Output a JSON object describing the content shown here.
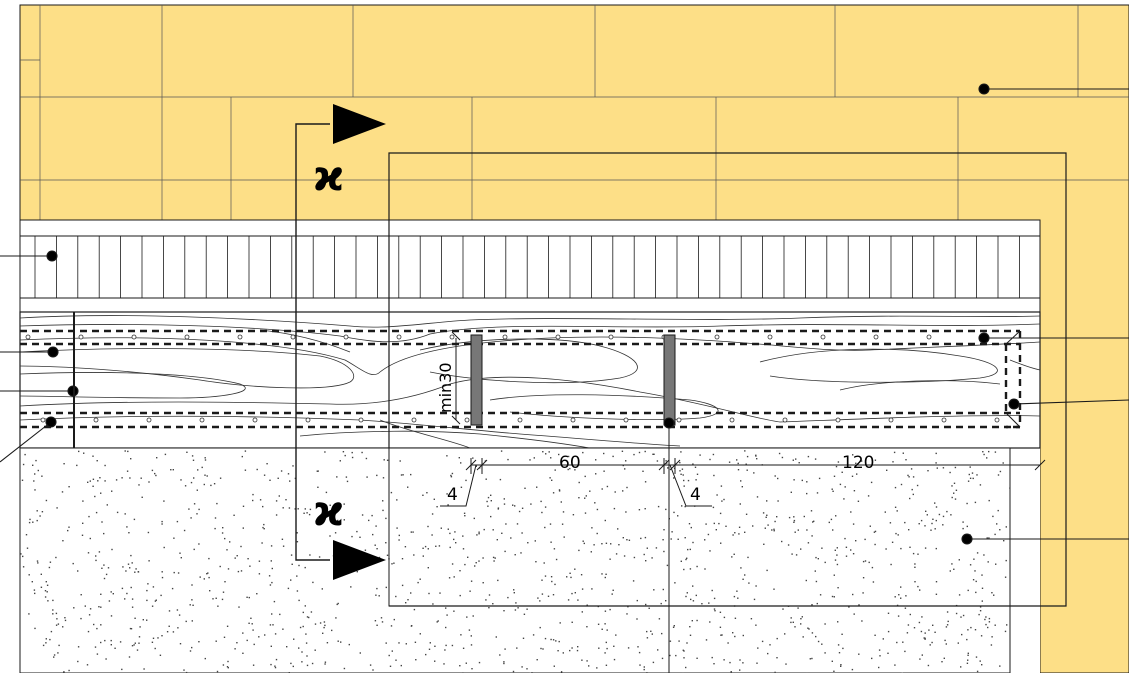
{
  "drawing": {
    "colors": {
      "insulation_fill": "#fddf87",
      "line": "#1a1a1a",
      "thin_line": "#555555",
      "anchor_fill": "#777777",
      "background": "#ffffff"
    },
    "dimensions": {
      "min_label": "min30",
      "gap_left": "4",
      "spacing": "60",
      "gap_right": "4",
      "edge": "120"
    },
    "icons": {
      "section_mark": "section-cut-arrow",
      "break_symbol": "break-line-symbol",
      "callout": "leader-dot"
    }
  }
}
